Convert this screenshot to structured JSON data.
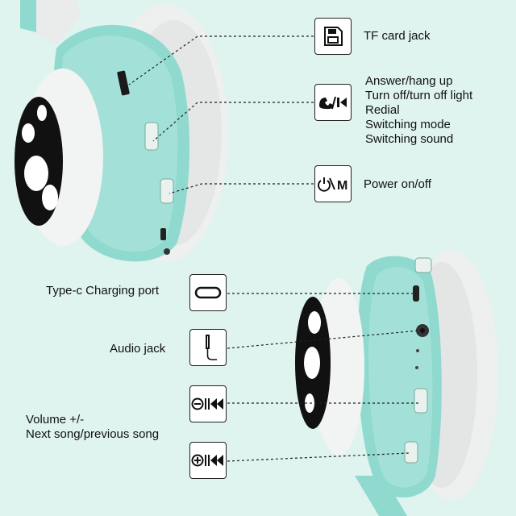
{
  "labels": {
    "tf_card": "TF card jack",
    "answer_group": [
      "Answer/hang up",
      "Turn off/turn off light",
      "Redial",
      "Switching mode",
      "Switching sound"
    ],
    "power": "Power on/off",
    "typec": "Type-c Charging port",
    "audio": "Audio jack",
    "volume_group": [
      "Volume +/-",
      "Next song/previous song"
    ]
  },
  "icons": {
    "tf_card": "sd-card-icon",
    "answer": "phone-play-pause-icon",
    "power": "power-mode-icon",
    "typec": "usb-c-port-icon",
    "audio": "audio-plug-icon",
    "volume_down": "minus-previous-icon",
    "volume_up": "plus-next-icon"
  },
  "colors": {
    "background": "#dff3ef",
    "shell": "#8fd9cf",
    "shell_dark": "#6cc8bb",
    "cushion": "#eef0ef",
    "paw": "#111111"
  }
}
